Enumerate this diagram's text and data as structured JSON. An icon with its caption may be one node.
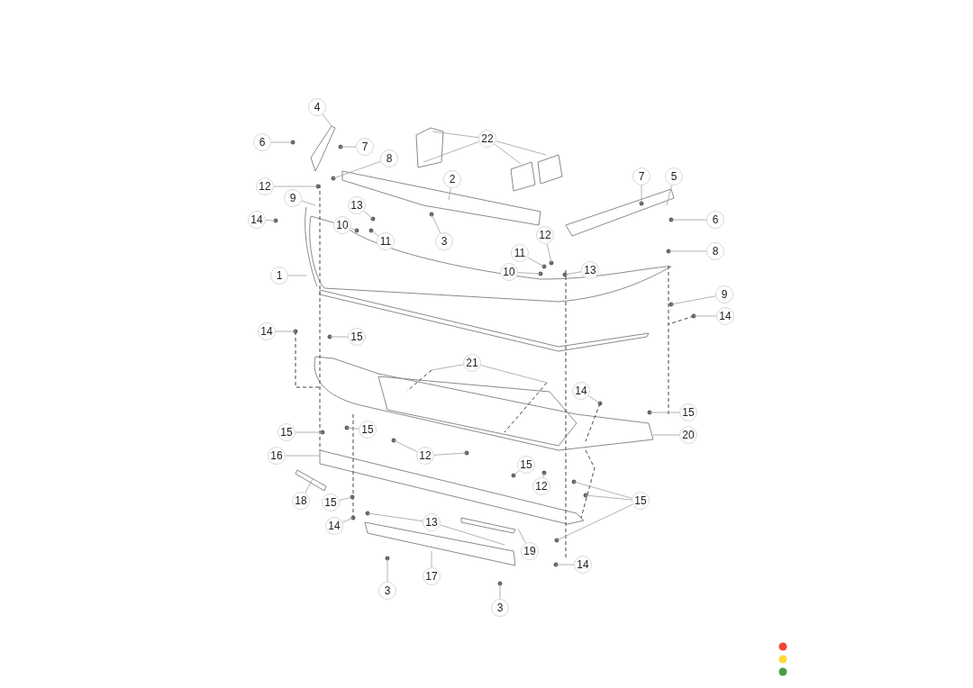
{
  "diagram": {
    "nodes": [
      {
        "text": [
          "4"
        ]
      },
      {
        "text": [
          "6"
        ]
      },
      {
        "text": [
          "7"
        ]
      },
      {
        "text": [
          "8"
        ]
      },
      {
        "text": [
          "12"
        ]
      },
      {
        "text": [
          "9"
        ]
      },
      {
        "text": [
          "14"
        ]
      },
      {
        "text": [
          "22"
        ]
      },
      {
        "text": [
          "2"
        ]
      },
      {
        "text": [
          "13"
        ]
      },
      {
        "text": [
          "10"
        ]
      },
      {
        "text": [
          "11"
        ]
      },
      {
        "text": [
          "3"
        ]
      },
      {
        "text": [
          "7"
        ]
      },
      {
        "text": [
          "5"
        ]
      },
      {
        "text": [
          "6"
        ]
      },
      {
        "text": [
          "1"
        ]
      },
      {
        "text": [
          "11"
        ]
      },
      {
        "text": [
          "12"
        ]
      },
      {
        "text": [
          "10"
        ]
      },
      {
        "text": [
          "13"
        ]
      },
      {
        "text": [
          "8"
        ]
      },
      {
        "text": [
          "9"
        ]
      },
      {
        "text": [
          "14"
        ]
      },
      {
        "text": [
          "14"
        ]
      },
      {
        "text": [
          "15"
        ]
      },
      {
        "text": [
          "21"
        ]
      },
      {
        "text": [
          "14"
        ]
      },
      {
        "text": [
          "15"
        ]
      },
      {
        "text": [
          "20"
        ]
      },
      {
        "text": [
          "15"
        ]
      },
      {
        "text": [
          "15"
        ]
      },
      {
        "text": [
          "12"
        ]
      },
      {
        "text": [
          "16"
        ]
      },
      {
        "text": [
          "15"
        ]
      },
      {
        "text": [
          "12"
        ]
      },
      {
        "text": [
          "15"
        ]
      },
      {
        "text": [
          "18"
        ]
      },
      {
        "text": [
          "15"
        ]
      },
      {
        "text": [
          "14"
        ]
      },
      {
        "text": [
          "13"
        ]
      },
      {
        "text": [
          "19"
        ]
      },
      {
        "text": [
          "14"
        ]
      },
      {
        "text": [
          "17"
        ]
      },
      {
        "text": [
          "3"
        ]
      },
      {
        "text": [
          "3"
        ]
      }
    ],
    "edges": [
      {
        "from": 0,
        "to": null,
        "arrow": "none"
      },
      {
        "from": 1,
        "to": null,
        "arrow": "none"
      },
      {
        "from": 2,
        "to": null,
        "arrow": "none"
      },
      {
        "from": 3,
        "to": null,
        "arrow": "none"
      },
      {
        "from": 4,
        "to": null,
        "arrow": "none"
      },
      {
        "from": 5,
        "to": null,
        "arrow": "none"
      },
      {
        "from": 6,
        "to": null,
        "arrow": "none"
      },
      {
        "from": 7,
        "to": null,
        "arrow": "none"
      },
      {
        "from": 7,
        "to": null,
        "arrow": "none"
      },
      {
        "from": 7,
        "to": null,
        "arrow": "none"
      },
      {
        "from": 7,
        "to": null,
        "arrow": "none"
      },
      {
        "from": 8,
        "to": null,
        "arrow": "none"
      },
      {
        "from": 9,
        "to": null,
        "arrow": "none"
      },
      {
        "from": 10,
        "to": null,
        "arrow": "none"
      },
      {
        "from": 11,
        "to": null,
        "arrow": "none"
      },
      {
        "from": 12,
        "to": null,
        "arrow": "none"
      },
      {
        "from": 13,
        "to": null,
        "arrow": "none"
      },
      {
        "from": 14,
        "to": null,
        "arrow": "none"
      },
      {
        "from": 15,
        "to": null,
        "arrow": "none"
      },
      {
        "from": 16,
        "to": null,
        "arrow": "none"
      },
      {
        "from": 17,
        "to": null,
        "arrow": "none"
      },
      {
        "from": 18,
        "to": null,
        "arrow": "none"
      },
      {
        "from": 19,
        "to": null,
        "arrow": "none"
      },
      {
        "from": 20,
        "to": null,
        "arrow": "none"
      },
      {
        "from": 21,
        "to": null,
        "arrow": "none"
      },
      {
        "from": 22,
        "to": null,
        "arrow": "none"
      },
      {
        "from": 23,
        "to": null,
        "arrow": "none"
      },
      {
        "from": 24,
        "to": null,
        "arrow": "none"
      },
      {
        "from": 25,
        "to": null,
        "arrow": "none"
      },
      {
        "from": 26,
        "to": null,
        "arrow": "none"
      },
      {
        "from": 26,
        "to": null,
        "arrow": "none"
      },
      {
        "from": 27,
        "to": null,
        "arrow": "none"
      },
      {
        "from": 28,
        "to": null,
        "arrow": "none"
      },
      {
        "from": 29,
        "to": null,
        "arrow": "none"
      },
      {
        "from": 30,
        "to": null,
        "arrow": "none"
      },
      {
        "from": 31,
        "to": null,
        "arrow": "none"
      },
      {
        "from": 32,
        "to": null,
        "arrow": "none"
      },
      {
        "from": 32,
        "to": null,
        "arrow": "none"
      },
      {
        "from": 33,
        "to": null,
        "arrow": "none"
      },
      {
        "from": 34,
        "to": null,
        "arrow": "none"
      },
      {
        "from": 35,
        "to": null,
        "arrow": "none"
      },
      {
        "from": 36,
        "to": null,
        "arrow": "none"
      },
      {
        "from": 36,
        "to": null,
        "arrow": "none"
      },
      {
        "from": 36,
        "to": null,
        "arrow": "none"
      },
      {
        "from": 37,
        "to": null,
        "arrow": "none"
      },
      {
        "from": 38,
        "to": null,
        "arrow": "none"
      },
      {
        "from": 39,
        "to": null,
        "arrow": "none"
      },
      {
        "from": 40,
        "to": null,
        "arrow": "none"
      },
      {
        "from": 40,
        "to": null,
        "arrow": "none"
      },
      {
        "from": 41,
        "to": null,
        "arrow": "none"
      },
      {
        "from": 42,
        "to": null,
        "arrow": "none"
      },
      {
        "from": 43,
        "to": null,
        "arrow": "none"
      },
      {
        "from": 44,
        "to": null,
        "arrow": "none"
      },
      {
        "from": 45,
        "to": null,
        "arrow": "none"
      }
    ]
  }
}
